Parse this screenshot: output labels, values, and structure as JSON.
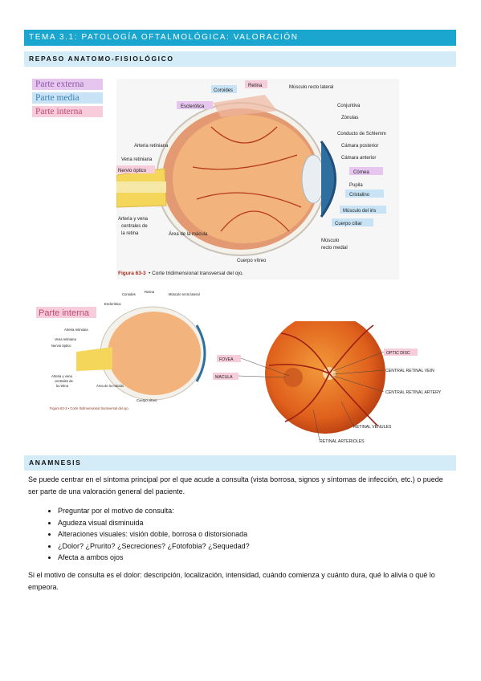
{
  "header": {
    "title": "TEMA 3.1: PATOLOGÍA OFTALMOLÓGICA: VALORACIÓN"
  },
  "section1": {
    "title": "REPASO ANATOMO-FISIOLÓGICO"
  },
  "legend": {
    "items": [
      {
        "label": "Parte externa",
        "color": "#e6c6ef"
      },
      {
        "label": "Parte media",
        "color": "#c8e3f5"
      },
      {
        "label": "Parte interna",
        "color": "#f7cddc"
      }
    ]
  },
  "figure1": {
    "labels": {
      "coroides": "Coroides",
      "retina": "Retina",
      "esclerotica": "Esclerótica",
      "musculo_recto_lateral": "Músculo recto lateral",
      "conjuntiva": "Conjuntiva",
      "zonulas": "Zónulas",
      "conducto_schlemm": "Conducto de Schlemm",
      "camara_posterior": "Cámara posterior",
      "camara_anterior": "Cámara anterior",
      "cornea": "Córnea",
      "pupila": "Pupila",
      "cristalino": "Cristalino",
      "musculo_iris": "Músculo del iris",
      "cuerpo_ciliar": "Cuerpo ciliar",
      "musculo_recto_medial_1": "Músculo",
      "musculo_recto_medial_2": "recto medial",
      "cuerpo_vitreo": "Cuerpo vítreo",
      "area_macula": "Área de la mácula",
      "arterias_1": "Arteria y vena",
      "arterias_2": "centrales de",
      "arterias_3": "la retina",
      "nervio_optico": "Nervio óptico",
      "vena_retiniana": "Vena retiniana",
      "arteria_retiniana": "Arteria retiniana"
    },
    "caption_bold": "Figura 63-3",
    "caption_text": "• Corte tridimensional transversal del ojo."
  },
  "figure2": {
    "legend_label": "Parte interna",
    "labels": {
      "coroides": "Coroides",
      "retina": "Retina",
      "esclerotica": "Esclerótica",
      "musculo_recto_lateral": "Músculo recto lateral",
      "arteria_retiniana": "Arteria retiniana",
      "vena_retiniana": "Vena retiniana",
      "nervio_optico": "Nervio óptico",
      "arterias_1": "Arteria y vena",
      "arterias_2": "centrales de",
      "arterias_3": "la retina",
      "area_macula": "Área de la mácula",
      "cuerpo_vitreo": "Cuerpo vítreo"
    },
    "caption": "Figura 63-3 • Corte tridimensional transversal del ojo."
  },
  "figure3": {
    "labels": {
      "fovea": "FOVEA",
      "macula": "MACULA",
      "optic_disc": "OPTIC DISC",
      "central_vein": "CENTRAL RETINAL VEIN",
      "central_artery": "CENTRAL RETINAL ARTERY",
      "venules": "RETINAL VENULES",
      "arterioles": "RETINAL ARTERIOLES"
    }
  },
  "section2": {
    "title": "ANAMNESIS"
  },
  "anamnesis": {
    "intro": "Se puede centrar en el síntoma principal por el que acude a consulta (vista borrosa, signos y síntomas de infección, etc.) o puede ser parte de una valoración general del paciente.",
    "bullets": [
      "Preguntar por el motivo de consulta:",
      "Agudeza visual disminuida",
      "Alteraciones visuales: visión doble, borrosa o distorsionada",
      "¿Dolor? ¿Prurito? ¿Secreciones? ¿Fotofobia? ¿Sequedad?",
      "Afecta a ambos ojos"
    ],
    "closing": "Si el motivo de consulta es el dolor: descripción, localización, intensidad, cuándo comienza y cuánto dura, qué lo alivia o qué lo empeora."
  }
}
